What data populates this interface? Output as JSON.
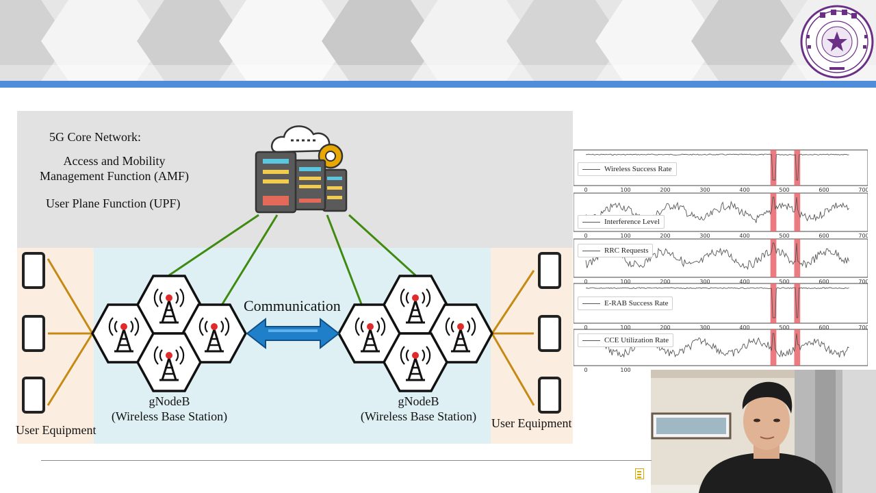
{
  "slide": {
    "diagram": {
      "core_title": "5G Core Network:",
      "amf_line1": "Access and Mobility",
      "amf_line2": "Management Function (AMF)",
      "upf": "User Plane Function (UPF)",
      "communication": "Communication",
      "gnodeb_left_line1": "gNodeB",
      "gnodeb_left_line2": "(Wireless Base Station)",
      "gnodeb_right_line1": "gNodeB",
      "gnodeb_right_line2": "(Wireless Base Station)",
      "ue_left": "User Equipment",
      "ue_right": "User Equipment"
    },
    "charts": {
      "panels": [
        {
          "legend": "Wireless Success Rate"
        },
        {
          "legend": "Interference Level"
        },
        {
          "legend": "RRC Requests"
        },
        {
          "legend": "E-RAB  Success Rate"
        },
        {
          "legend": "CCE Utilization Rate"
        }
      ],
      "x_ticks": [
        "0",
        "100",
        "200",
        "300",
        "400",
        "500",
        "600",
        "700"
      ],
      "x_ticks_last_panel": [
        "0",
        "100"
      ],
      "highlight_color": "#e8636b"
    },
    "colors": {
      "banner_bar": "#4f8ddb",
      "core_bg": "#e2e2e2",
      "ran_bg": "#dff0f5",
      "ue_bg": "#fbeee0",
      "core_link": "#3f8a10",
      "ue_link": "#c68a14",
      "seal": "#6b2f86"
    }
  }
}
